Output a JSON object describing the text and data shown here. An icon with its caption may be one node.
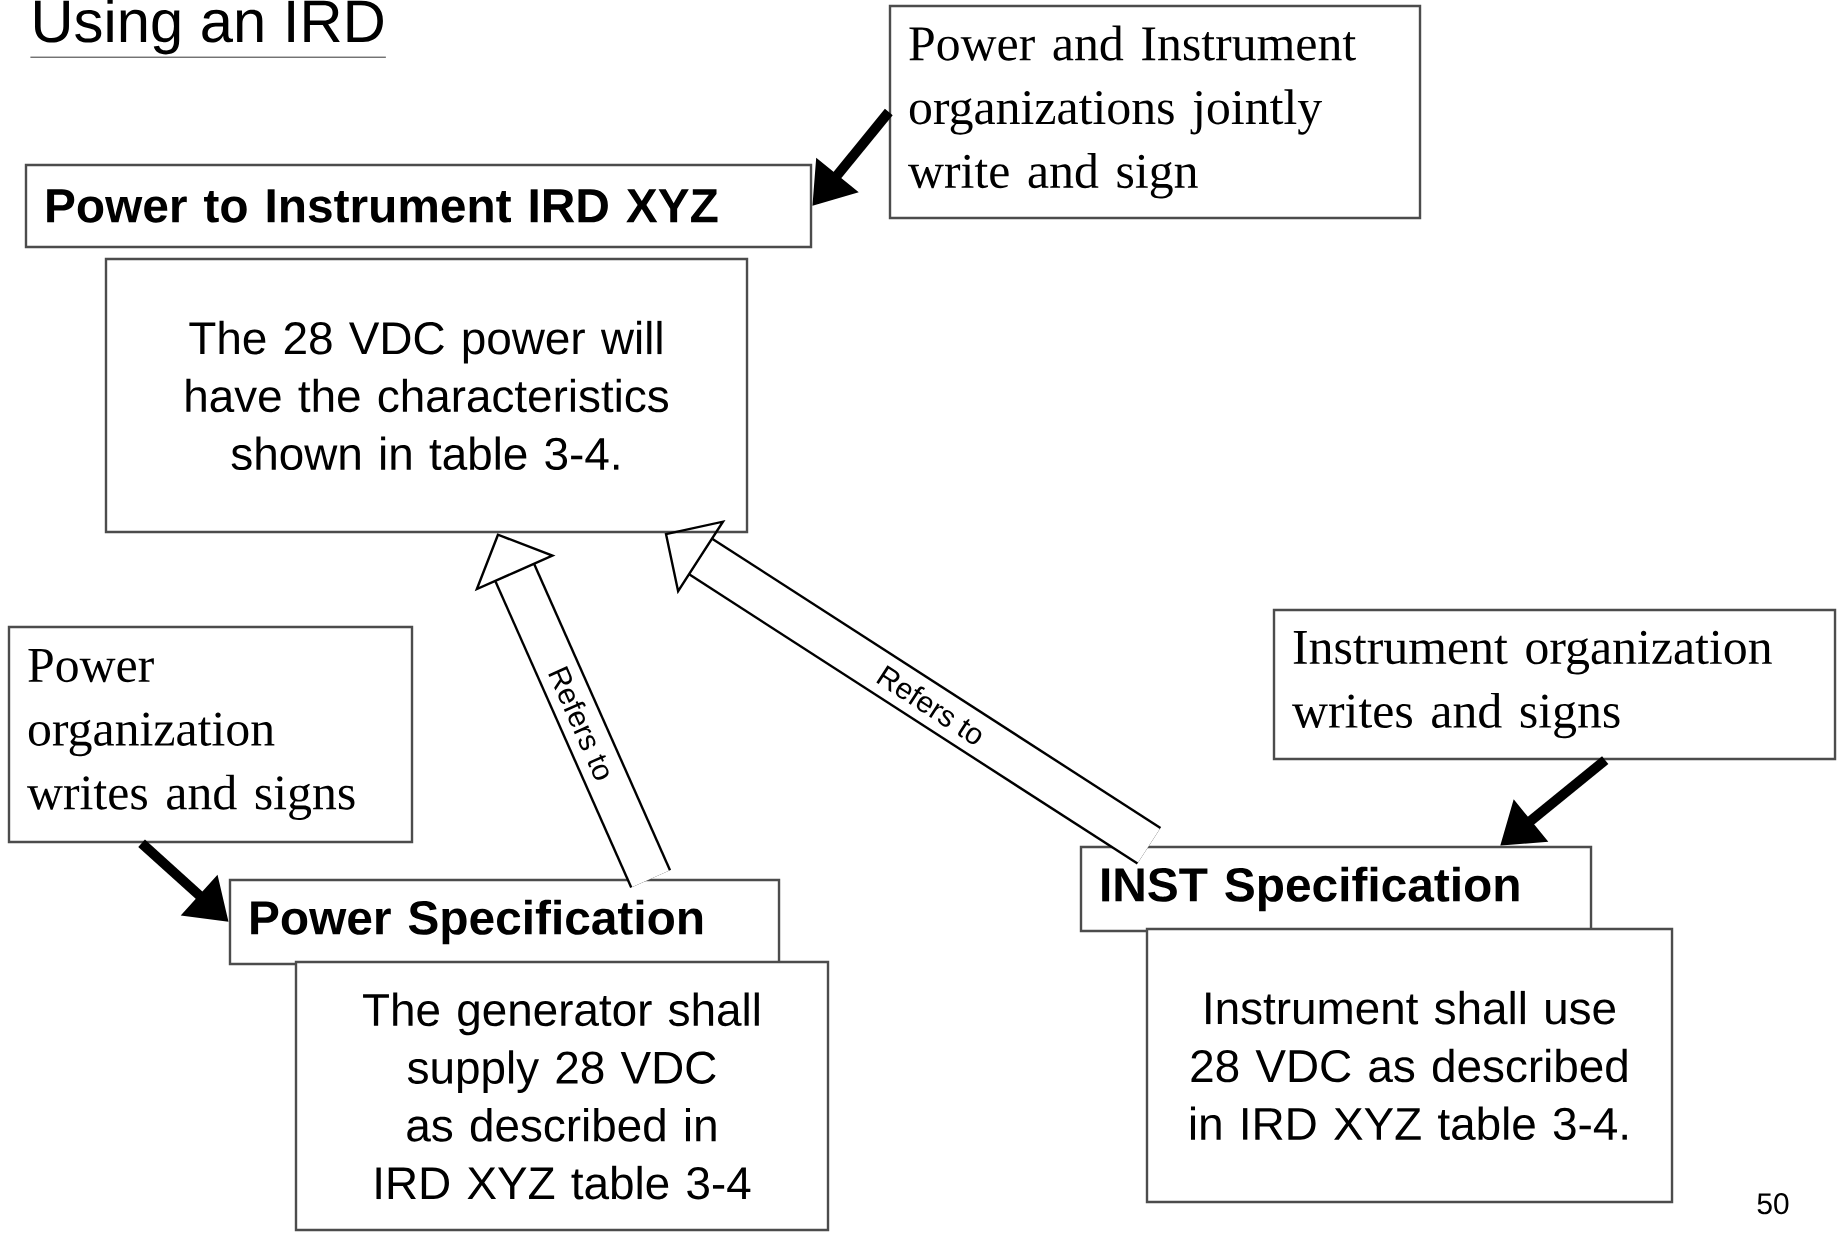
{
  "diagram": {
    "title": "Using an IRD",
    "nodes": [
      {
        "text": [
          "Power to Instrument IRD XYZ"
        ]
      },
      {
        "text": [
          "The 28 VDC power will have the characteristics shown in table 3-4."
        ]
      },
      {
        "text": [
          "Power and Instrument organizations jointly write and sign"
        ]
      },
      {
        "text": [
          "Power organization writes and signs"
        ]
      },
      {
        "text": [
          "Power Specification"
        ]
      },
      {
        "text": [
          "The generator shall supply 28 VDC as described in IRD XYZ table 3-4"
        ]
      },
      {
        "text": [
          "Instrument organization writes and signs"
        ]
      },
      {
        "text": [
          "INST Specification"
        ]
      },
      {
        "text": [
          "Instrument shall use 28 VDC as described in IRD XYZ table 3-4."
        ]
      }
    ],
    "edges": [
      {
        "from": 2,
        "to": 0,
        "arrow": "to"
      },
      {
        "from": 4,
        "to": 1,
        "arrow": "to",
        "label": "Refers to",
        "style": "thick"
      },
      {
        "from": 7,
        "to": 1,
        "arrow": "to",
        "label": "Refers to",
        "style": "thick"
      },
      {
        "from": 3,
        "to": 4,
        "arrow": "to"
      },
      {
        "from": 6,
        "to": 7,
        "arrow": "to"
      }
    ],
    "labels": [
      "50"
    ]
  }
}
